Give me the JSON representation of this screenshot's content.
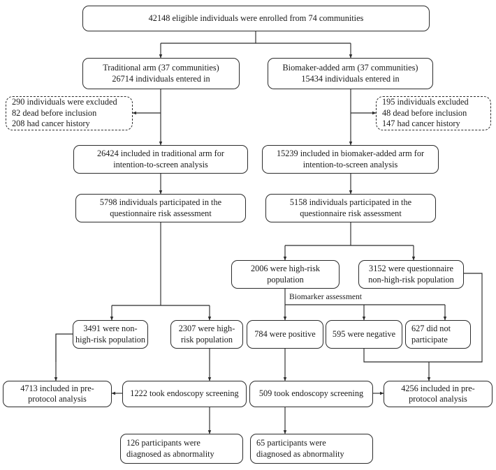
{
  "diagram": {
    "title": "Study enrollment and screening flowchart",
    "stroke_color": "#2b2b2b",
    "background": "#ffffff",
    "nodes": {
      "enrolled": {
        "line1": "42148 eligible individuals  were enrolled from 74 communities"
      },
      "traditional_arm": {
        "line1": "Traditional arm  (37 communities)",
        "line2": "26714 individuals entered in"
      },
      "biomarker_arm": {
        "line1": "Biomaker-added arm (37 communities)",
        "line2": "15434 individuals entered in"
      },
      "excluded_left": {
        "line1": "290 individuals were excluded",
        "line2": "82 dead before inclusion",
        "line3": "208 had cancer history"
      },
      "excluded_right": {
        "line1": "195 individuals excluded",
        "line2": "48 dead before inclusion",
        "line3": "147 had cancer history"
      },
      "its_left": {
        "line1": "26424 included  in traditional arm for",
        "line2": "intention-to-screen analysis"
      },
      "its_right": {
        "line1": "15239 included  in biomaker-added arm for",
        "line2": "intention-to-screen analysis"
      },
      "quest_left": {
        "line1": "5798 individuals participated in the",
        "line2": "questionnaire risk assessment"
      },
      "quest_right": {
        "line1": "5158  individuals participated in the",
        "line2": "questionnaire risk assessment"
      },
      "high_risk_2006": {
        "line1": "2006 were high-risk",
        "line2": "population"
      },
      "non_high_risk_3152": {
        "line1": "3152 were questionnaire",
        "line2": "non-high-risk population"
      },
      "non_high_risk_3491": {
        "line1": "3491 were non-",
        "line2": "high-risk population"
      },
      "high_risk_2307": {
        "line1": "2307 were high-",
        "line2": "risk population"
      },
      "positive_784": {
        "line1": "784 were positive"
      },
      "negative_595": {
        "line1": "595 were negative"
      },
      "not_participate_627": {
        "line1": "627 did not",
        "line2": "participate"
      },
      "preprotocol_4713": {
        "line1": "4713 included in pre-",
        "line2": "protocol analysis"
      },
      "endoscopy_1222": {
        "line1": "1222 took endoscopy screening"
      },
      "endoscopy_509": {
        "line1": "509 took endoscopy screening"
      },
      "preprotocol_4256": {
        "line1": "4256 included in pre-",
        "line2": "protocol analysis"
      },
      "abnormal_126": {
        "line1": "126 participants were",
        "line2": "diagnosed as abnormality"
      },
      "abnormal_65": {
        "line1": "65 participants were",
        "line2": "diagnosed as abnormality"
      }
    },
    "edge_labels": {
      "biomarker_assessment": "Biomarker assessment"
    }
  }
}
